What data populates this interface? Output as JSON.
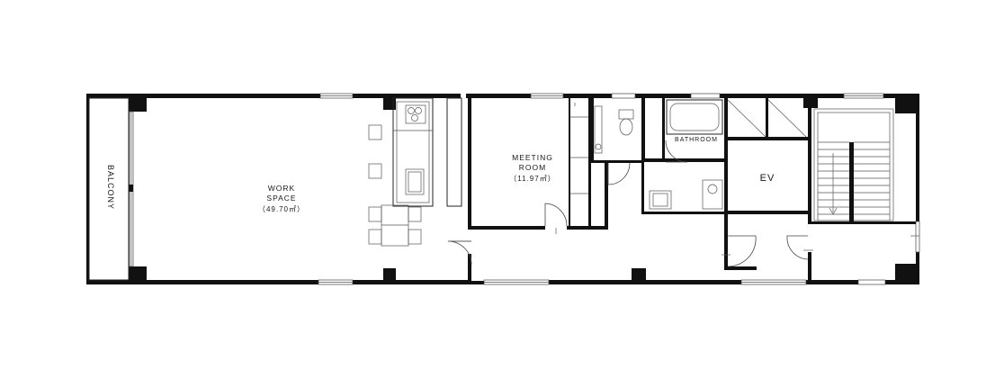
{
  "rooms": {
    "balcony": {
      "label": "BALCONY"
    },
    "work_space": {
      "line1": "WORK",
      "line2": "SPACE",
      "area": "（49.70㎡）"
    },
    "meeting_room": {
      "line1": "MEETING",
      "line2": "ROOM",
      "area": "（11.97㎡）"
    },
    "bathroom": {
      "label": "BATHROOM"
    },
    "elevator": {
      "label": "EV"
    }
  }
}
